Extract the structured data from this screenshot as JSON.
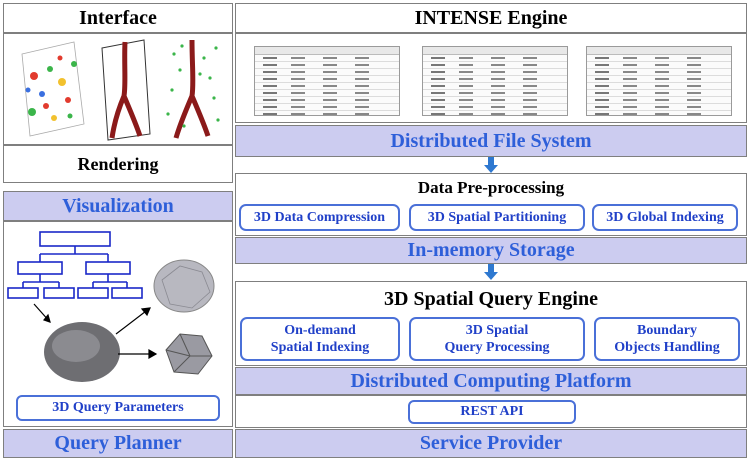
{
  "left": {
    "interface": "Interface",
    "rendering": "Rendering",
    "visualization": "Visualization",
    "query_parameters": "3D Query Parameters",
    "query_planner": "Query Planner"
  },
  "right": {
    "engine": "INTENSE Engine",
    "dfs": "Distributed File System",
    "preprocessing": "Data Pre-processing",
    "compression": "3D Data Compression",
    "partitioning": "3D Spatial Partitioning",
    "global_indexing": "3D Global Indexing",
    "inmemory": "In-memory Storage",
    "query_engine": "3D Spatial Query Engine",
    "ondemand_line1": "On-demand",
    "ondemand_line2": "Spatial Indexing",
    "spatial_qp_line1": "3D Spatial",
    "spatial_qp_line2": "Query Processing",
    "boundary_line1": "Boundary",
    "boundary_line2": "Objects Handling",
    "dcp": "Distributed Computing Platform",
    "rest_api": "REST API",
    "service_provider": "Service Provider"
  },
  "colors": {
    "band": "#ccccf0",
    "accent_text": "#2e5fd9",
    "pill_border": "#4a70d8"
  }
}
